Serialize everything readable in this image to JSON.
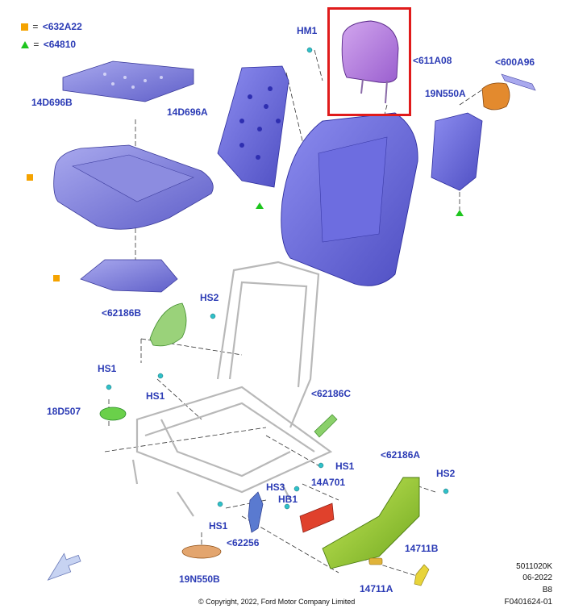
{
  "legend": [
    {
      "marker": "square",
      "color": "#f5a300",
      "label": "<632A22"
    },
    {
      "marker": "triangle",
      "color": "#1ec51e",
      "label": "<64810"
    }
  ],
  "labels": {
    "hm1": "HM1",
    "p611a08": "<611A08",
    "p600a96": "<600A96",
    "p19n550a": "19N550A",
    "p14d696b": "14D696B",
    "p14d696a": "14D696A",
    "p62186b": "<62186B",
    "hs2_top": "HS2",
    "hs1_left": "HS1",
    "hs1_mid": "HS1",
    "p18d507": "18D507",
    "p62186c": "<62186C",
    "hs1_right": "HS1",
    "p62186a": "<62186A",
    "hs2_right": "HS2",
    "hs3": "HS3",
    "p14a701": "14A701",
    "hb1": "HB1",
    "hs1_bottom": "HS1",
    "p62256": "<62256",
    "p14711b": "14711B",
    "p14711a": "14711A",
    "p19n550b": "19N550B"
  },
  "meta": {
    "code": "5011020K",
    "date": "06-2022",
    "rev": "B8",
    "figure": "F0401624-01"
  },
  "copyright": "© Copyright, 2022, Ford Motor Company Limited",
  "colors": {
    "label": "#2b3bb5",
    "purple": "#7b7bd9",
    "purple_dark": "#4b4bb0",
    "green": "#9ecf3a",
    "green_light": "#8fd07a",
    "orange": "#e38a2e",
    "red": "#e0412c",
    "highlight": "#e01b1b",
    "headrest": "#b27ad9"
  }
}
